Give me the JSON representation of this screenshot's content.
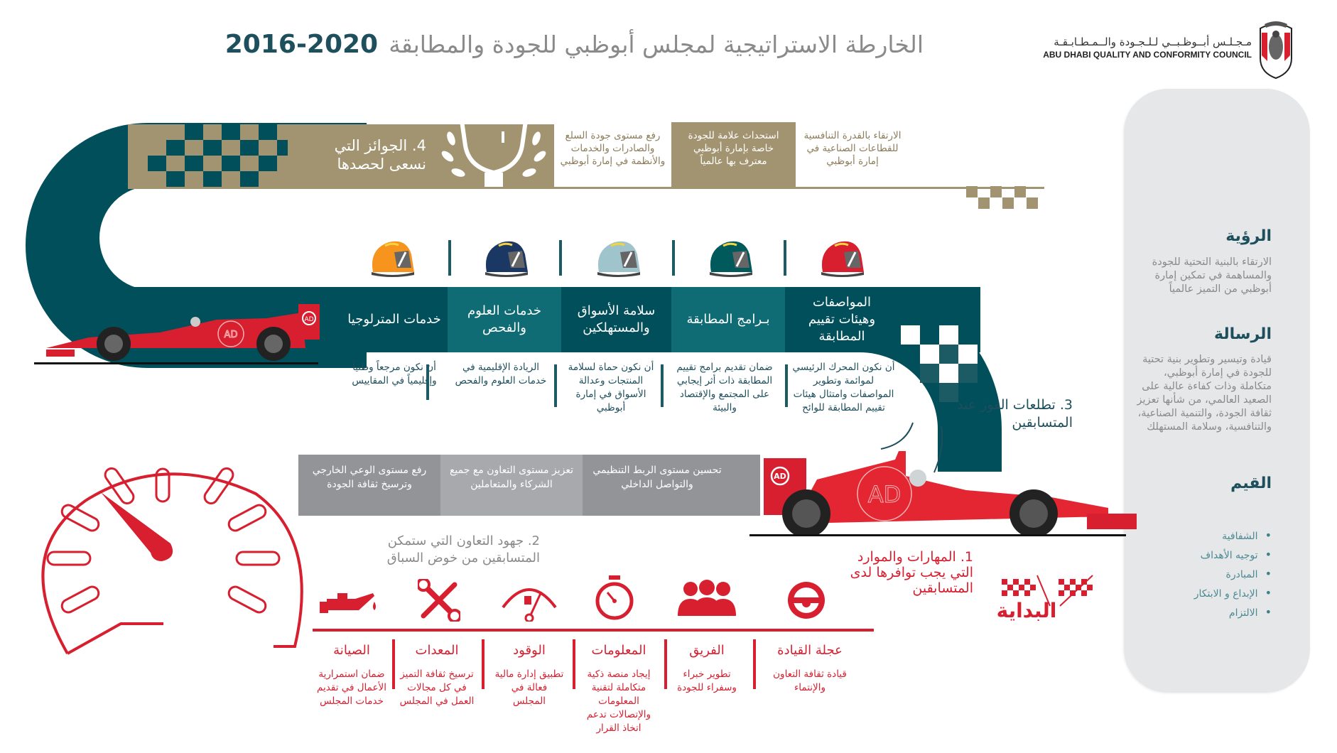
{
  "header": {
    "title": "الخارطة الاستراتيجية لمجلس أبوظبي للجودة والمطابقة",
    "years": "2020-2016",
    "logo_ar": "مـجـلـس أبــوظـبــي لـلـجـودة والــمـطـابـقـة",
    "logo_en": "ABU DHABI QUALITY AND CONFORMITY COUNCIL"
  },
  "colors": {
    "teal": "#004f5a",
    "gold": "#a39471",
    "red": "#d71f2f",
    "grey": "#929497",
    "panel": "#e6e7e9"
  },
  "panel": {
    "vision_title": "الرؤية",
    "vision_text": "الارتقاء بالبنية التحتية للجودة والمساهمة في تمكين إمارة أبوظبي من التميز عالمياً",
    "mission_title": "الرسالة",
    "mission_text": "قيادة وتيسير وتطوير بنية تحتية للجودة في إمارة أبوظبي، متكاملة وذات كفاءة عالية على الصعيد العالمي، من شأنها تعزيز ثقافة الجودة، والتنمية الصناعية، والتنافسية، وسلامة المستهلك",
    "values_title": "القيم",
    "values": [
      "الشفافية",
      "توجيه الأهداف",
      "المبادرة",
      "الإبداع و الابتكار",
      "الالتزام"
    ]
  },
  "awards": {
    "title_line1": "4. الجوائز التي",
    "title_line2": "نسعى لحصدها",
    "items": [
      "رفع مستوى جودة السلع والصادرات والخدمات والأنظمة في إمارة أبوظبي",
      "استحداث علامة للجودة خاصة بإمارة أبوظبي معترف بها عالمياً",
      "الارتقاء بالقدرة التنافسية للقطاعات الصناعية في إمارة أبوظبي"
    ]
  },
  "aspirations": {
    "title_line1": "3. تطلعات الفوز عند",
    "title_line2": "المتسابقين",
    "categories": [
      {
        "name": "خدمات المترلوجيا",
        "desc": "أن نكون مرجعاً وطنياً وإقليمياً في المقاييس",
        "helmet": "#f7941d"
      },
      {
        "name": "خدمات العلوم والفحص",
        "desc": "الريادة الإقليمية في خدمات العلوم والفحص",
        "helmet": "#1b3764"
      },
      {
        "name": "سلامة الأسواق والمستهلكين",
        "desc": "أن نكون حماة لسلامة المنتجات وعدالة الأسواق في إمارة أبوظبي",
        "helmet": "#9fc4cb"
      },
      {
        "name": "بـرامج المطابقة",
        "desc": "ضمان تقديم برامج تقييم المطابقة ذات أثر إيجابي على المجتمع والإقتصاد والبيئة",
        "helmet": "#005a5b"
      },
      {
        "name": "المواصفات وهيئات تقييم المطابقة",
        "desc": "أن نكون المحرك الرئيسي لموائمة وتطوير المواصفات وامتثال هيئات تقييم المطابقة للوائح",
        "helmet": "#d71f2f"
      }
    ]
  },
  "cooperation": {
    "title_line1": "2. جهود التعاون التي ستمكن",
    "title_line2": "المتسابقين من خوض السباق",
    "items": [
      "رفع مستوى الوعي الخارجي وترسيخ ثقافة الجودة",
      "تعزيز مستوى التعاون مع جميع الشركاء والمتعاملين",
      "تحسين مستوى الربط التنظيمي والتواصل الداخلي"
    ]
  },
  "skills": {
    "title": "1. المهارات والموارد التي يجب توافرها لدى المتسابقين",
    "start_label": "البداية",
    "resources": [
      {
        "title": "الصيانة",
        "desc": "ضمان استمرارية الأعمال في تقديم خدمات المجلس",
        "icon": "oil-can-icon"
      },
      {
        "title": "المعدات",
        "desc": "ترسيخ ثقافة التميز في كل مجالات العمل في المجلس",
        "icon": "tools-icon"
      },
      {
        "title": "الوقود",
        "desc": "تطبيق إدارة مالية فعالة في المجلس",
        "icon": "fuel-gauge-icon"
      },
      {
        "title": "المعلومات",
        "desc": "إيجاد منصة ذكية متكاملة لتقنية المعلومات والإتصالات تدعم اتخاذ القرار",
        "icon": "stopwatch-icon"
      },
      {
        "title": "الفريق",
        "desc": "تطوير خبراء وسفراء للجودة",
        "icon": "team-icon"
      },
      {
        "title": "عجلة القيادة",
        "desc": "قيادة ثقافة التعاون والإنتماء",
        "icon": "steering-wheel-icon"
      }
    ]
  },
  "car_logo": "AD"
}
